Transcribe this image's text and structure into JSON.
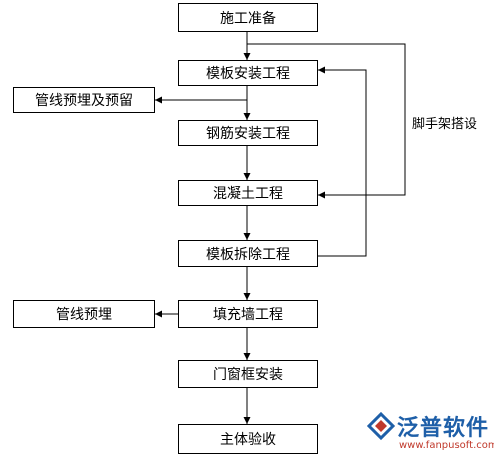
{
  "flow": {
    "steps": [
      "施工准备",
      "模板安装工程",
      "钢筋安装工程",
      "混凝土工程",
      "模板拆除工程",
      "填充墙工程",
      "门窗框安装",
      "主体验收"
    ],
    "side_boxes": [
      "管线预埋及预留",
      "管线预埋"
    ],
    "scaffold_label": "脚手架搭设"
  },
  "logo": {
    "name": "泛普软件",
    "url": "www.fanpusoft.com",
    "icon": "fanpu-logo-icon"
  },
  "colors": {
    "line": "#000000",
    "logo_blue": "#1e5fa8",
    "logo_red": "#c0392b"
  }
}
